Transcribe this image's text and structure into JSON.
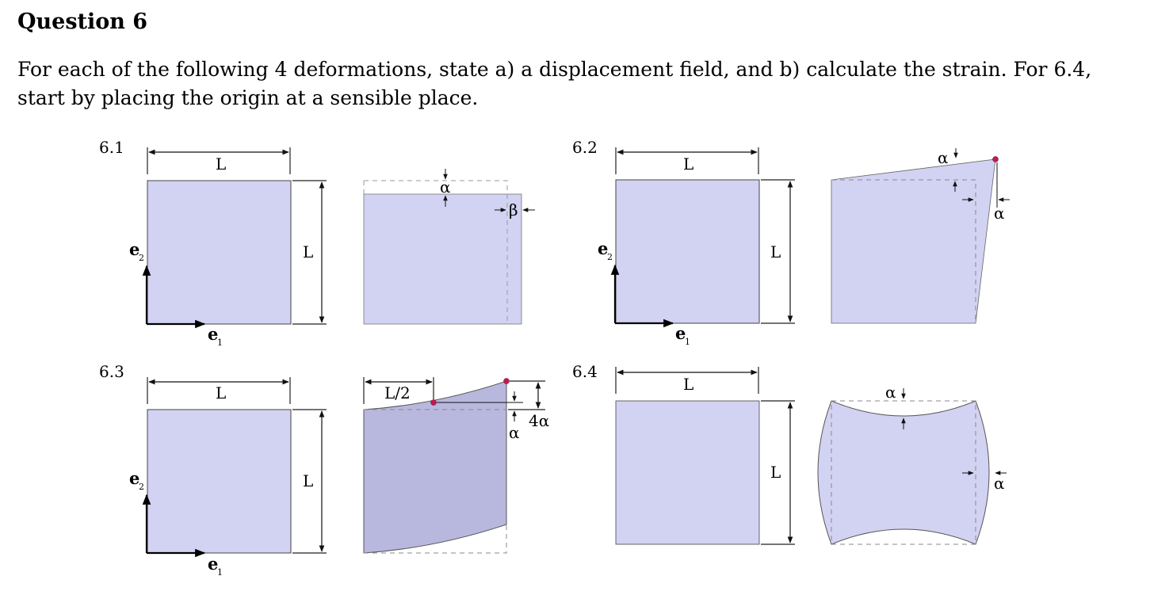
{
  "heading": "Question 6",
  "intro": {
    "line1": "For each of the following 4 deformations, state a) a displacement field, and b) calculate the strain. For 6.4,",
    "line2": "start by placing the origin at a sensible place."
  },
  "figure": {
    "panels": {
      "p1": "6.1",
      "p2": "6.2",
      "p3": "6.3",
      "p4": "6.4"
    },
    "length_label": "L",
    "half_length_label": "L/2",
    "basis": {
      "e": "e",
      "sub1": "1",
      "sub2": "2"
    },
    "symbols": {
      "alpha": "α",
      "beta": "β",
      "four_alpha": "4α"
    },
    "colors": {
      "fill": "#d2d2f2",
      "fill_dark": "#b8b8de",
      "stroke": "#333333",
      "dashed": "#999999",
      "marker": "#c2185b"
    }
  }
}
